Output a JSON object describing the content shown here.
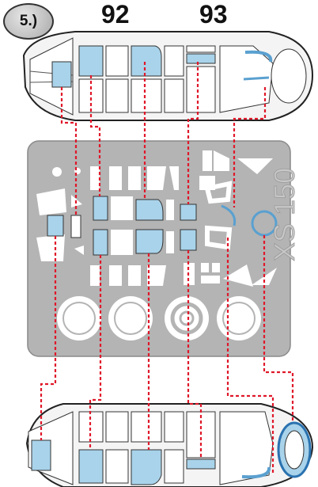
{
  "step_label": "5.)",
  "part_numbers": [
    "92",
    "93"
  ],
  "fret_code": "XS 150",
  "colors": {
    "mask_blue": "#a9d3ea",
    "fret_grey": "#b4b4b4",
    "line_red": "#e0182a",
    "outline": "#222222"
  }
}
